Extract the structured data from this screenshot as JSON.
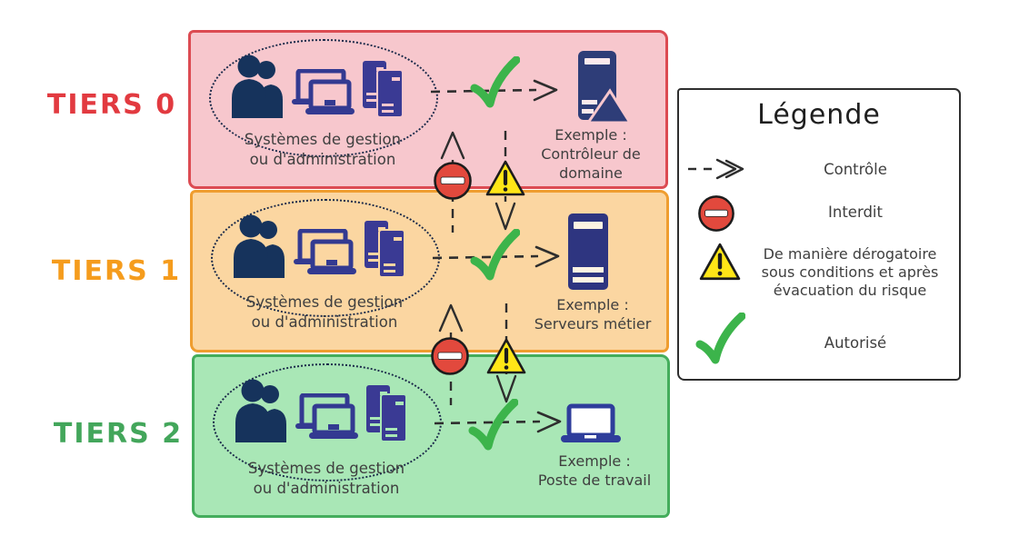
{
  "diagram": {
    "tiers": [
      {
        "label": "TIERS 0",
        "label_color": "#e23a40",
        "band_bg": "#f7c7cd",
        "band_border": "#dc4b52",
        "group_caption": [
          "Systèmes de gestion",
          "ou d'administration"
        ],
        "example_caption": [
          "Exemple :",
          "Contrôleur de",
          "domaine"
        ]
      },
      {
        "label": "TIERS 1",
        "label_color": "#f59c1d",
        "band_bg": "#fbd6a1",
        "band_border": "#ef9d2f",
        "group_caption": [
          "Systèmes de gestion",
          "ou d'administration"
        ],
        "example_caption": [
          "Exemple :",
          "Serveurs métier"
        ]
      },
      {
        "label": "TIERS 2",
        "label_color": "#43a65b",
        "band_bg": "#a9e7b6",
        "band_border": "#44ad5c",
        "group_caption": [
          "Systèmes de gestion",
          "ou d'administration"
        ],
        "example_caption": [
          "Exemple :",
          "Poste de travail"
        ]
      }
    ],
    "flow_colors": {
      "allowed_check": "#3cb44b",
      "forbidden_red": "#e2493d",
      "warning_yellow": "#ffe617",
      "icon_navy": "#2e3d78"
    },
    "legend": {
      "title": "Légende",
      "items": [
        {
          "icon": "dashed-arrow",
          "label": "Contrôle"
        },
        {
          "icon": "no-entry-sign",
          "label": "Interdit"
        },
        {
          "icon": "warning-sign",
          "lines": [
            "De manière dérogatoire",
            "sous conditions et après",
            "évacuation du risque"
          ]
        },
        {
          "icon": "checkmark",
          "label": "Autorisé"
        }
      ]
    }
  }
}
